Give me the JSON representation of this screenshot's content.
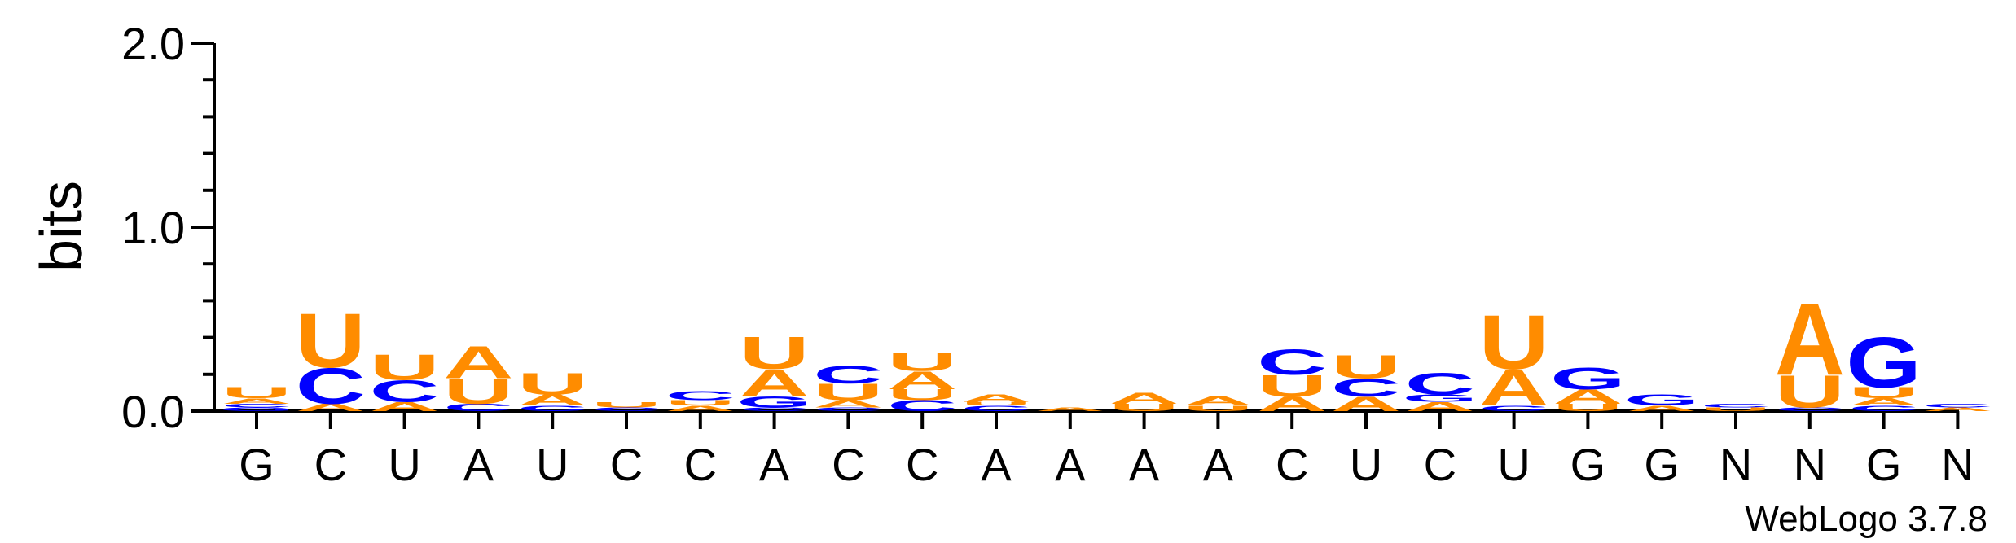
{
  "chart_data": {
    "type": "sequence-logo",
    "ylabel": "bits",
    "ylim": [
      0,
      2.0
    ],
    "yticks": [
      {
        "value": 0.0,
        "label": "0.0"
      },
      {
        "value": 1.0,
        "label": "1.0"
      },
      {
        "value": 2.0,
        "label": "2.0"
      }
    ],
    "consensus": [
      "G",
      "C",
      "U",
      "A",
      "U",
      "C",
      "C",
      "A",
      "C",
      "C",
      "A",
      "A",
      "A",
      "A",
      "C",
      "U",
      "C",
      "U",
      "G",
      "G",
      "N",
      "N",
      "G",
      "N"
    ],
    "colors": {
      "A": "#ff8c00",
      "U": "#ff8c00",
      "C": "#0000ff",
      "G": "#0000ff"
    },
    "stacks": [
      [
        [
          "G",
          0.02
        ],
        [
          "C",
          0.02
        ],
        [
          "A",
          0.03
        ],
        [
          "U",
          0.06
        ]
      ],
      [
        [
          "A",
          0.04
        ],
        [
          "C",
          0.2
        ],
        [
          "U",
          0.3
        ]
      ],
      [
        [
          "A",
          0.05
        ],
        [
          "C",
          0.12
        ],
        [
          "U",
          0.14
        ]
      ],
      [
        [
          "C",
          0.04
        ],
        [
          "U",
          0.14
        ],
        [
          "A",
          0.18
        ]
      ],
      [
        [
          "C",
          0.03
        ],
        [
          "A",
          0.06
        ],
        [
          "U",
          0.12
        ]
      ],
      [
        [
          "C",
          0.02
        ],
        [
          "U",
          0.03
        ]
      ],
      [
        [
          "A",
          0.03
        ],
        [
          "U",
          0.03
        ],
        [
          "C",
          0.05
        ]
      ],
      [
        [
          "C",
          0.02
        ],
        [
          "G",
          0.06
        ],
        [
          "A",
          0.15
        ],
        [
          "U",
          0.18
        ]
      ],
      [
        [
          "C",
          0.02
        ],
        [
          "A",
          0.04
        ],
        [
          "U",
          0.09
        ],
        [
          "C",
          0.1
        ]
      ],
      [
        [
          "C",
          0.06
        ],
        [
          "U",
          0.06
        ],
        [
          "A",
          0.1
        ],
        [
          "U",
          0.1
        ]
      ],
      [
        [
          "C",
          0.03
        ],
        [
          "U",
          0.02
        ],
        [
          "A",
          0.04
        ]
      ],
      [
        [
          "A",
          0.02
        ]
      ],
      [
        [
          "U",
          0.04
        ],
        [
          "A",
          0.06
        ]
      ],
      [
        [
          "U",
          0.03
        ],
        [
          "A",
          0.05
        ]
      ],
      [
        [
          "A",
          0.08
        ],
        [
          "U",
          0.12
        ],
        [
          "C",
          0.14
        ]
      ],
      [
        [
          "A",
          0.08
        ],
        [
          "C",
          0.1
        ],
        [
          "U",
          0.13
        ]
      ],
      [
        [
          "A",
          0.05
        ],
        [
          "G",
          0.04
        ],
        [
          "C",
          0.12
        ]
      ],
      [
        [
          "C",
          0.03
        ],
        [
          "A",
          0.2
        ],
        [
          "U",
          0.3
        ]
      ],
      [
        [
          "U",
          0.04
        ],
        [
          "A",
          0.08
        ],
        [
          "G",
          0.12
        ]
      ],
      [
        [
          "A",
          0.03
        ],
        [
          "G",
          0.06
        ]
      ],
      [
        [
          "U",
          0.02
        ],
        [
          "C",
          0.02
        ]
      ],
      [
        [
          "C",
          0.02
        ],
        [
          "U",
          0.18
        ],
        [
          "A",
          0.4
        ]
      ],
      [
        [
          "C",
          0.03
        ],
        [
          "A",
          0.04
        ],
        [
          "U",
          0.06
        ],
        [
          "G",
          0.28
        ]
      ],
      [
        [
          "A",
          0.02
        ],
        [
          "C",
          0.02
        ]
      ]
    ]
  },
  "credit": "WebLogo 3.7.8"
}
